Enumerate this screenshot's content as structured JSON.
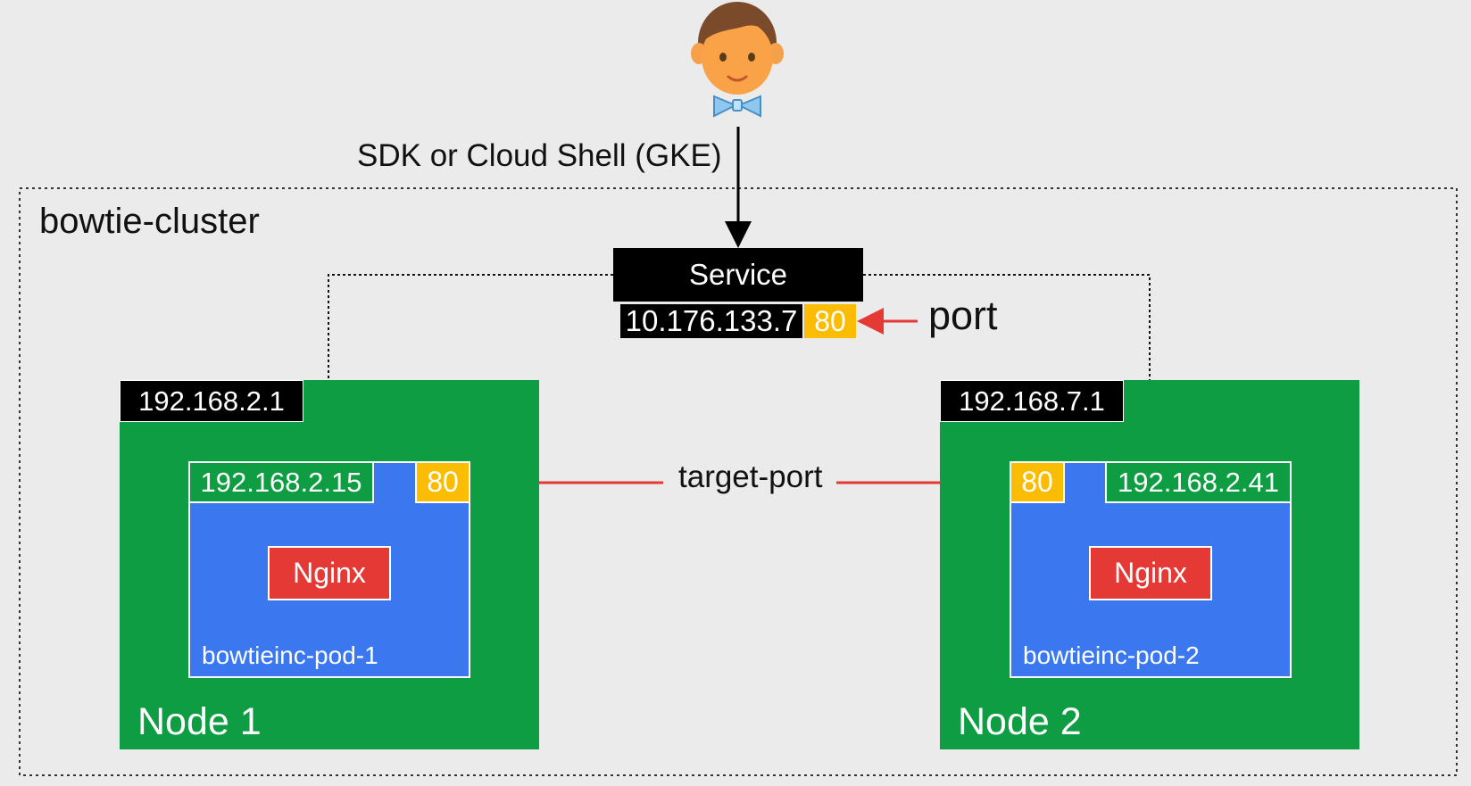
{
  "cluster": {
    "name": "bowtie-cluster"
  },
  "access": {
    "label": "SDK or Cloud Shell (GKE)"
  },
  "service": {
    "title": "Service",
    "ip": "10.176.133.7",
    "port": "80",
    "port_label": "port"
  },
  "target_port_label": "target-port",
  "nodes": [
    {
      "ip": "192.168.2.1",
      "label": "Node 1",
      "pod": {
        "ip": "192.168.2.15",
        "port": "80",
        "container": "Nginx",
        "name": "bowtieinc-pod-1"
      }
    },
    {
      "ip": "192.168.7.1",
      "label": "Node 2",
      "pod": {
        "ip": "192.168.2.41",
        "port": "80",
        "container": "Nginx",
        "name": "bowtieinc-pod-2"
      }
    }
  ],
  "colors": {
    "background": "#ebebeb",
    "node": "#0f9d43",
    "pod": "#3b78f0",
    "port": "#fbbc04",
    "container": "#e53935",
    "arrow_red": "#e53935",
    "service": "#000000"
  },
  "icons": {
    "user": "user-avatar-bowtie-icon"
  }
}
